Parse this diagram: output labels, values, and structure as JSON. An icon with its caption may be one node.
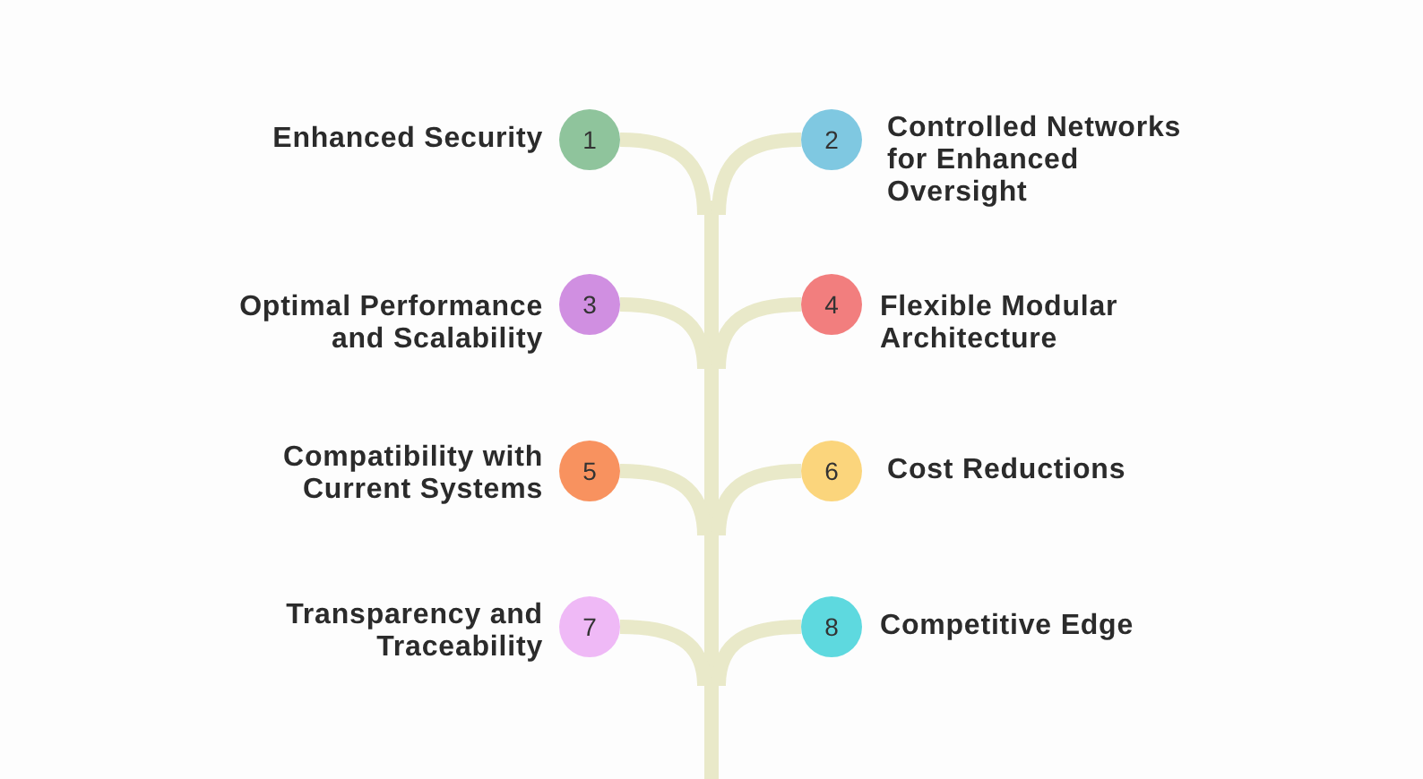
{
  "diagram": {
    "nodes": [
      {
        "text": [
          "1"
        ],
        "beside": [
          "Enhanced Security"
        ]
      },
      {
        "text": [
          "2"
        ],
        "beside": [
          "Controlled Networks for Enhanced Oversight"
        ]
      },
      {
        "text": [
          "3"
        ],
        "beside": [
          "Optimal Performance and Scalability"
        ]
      },
      {
        "text": [
          "4"
        ],
        "beside": [
          "Flexible Modular Architecture"
        ]
      },
      {
        "text": [
          "5"
        ],
        "beside": [
          "Compatibility with Current Systems"
        ]
      },
      {
        "text": [
          "6"
        ],
        "beside": [
          "Cost Reductions"
        ]
      },
      {
        "text": [
          "7"
        ],
        "beside": [
          "Transparency and Traceability"
        ]
      },
      {
        "text": [
          "8"
        ],
        "beside": [
          "Competitive Edge"
        ]
      },
      {
        "text": [],
        "shape": "bar"
      }
    ],
    "edges": [
      {
        "from": 0,
        "to": 8,
        "arrow": "none"
      },
      {
        "from": 1,
        "to": 8,
        "arrow": "none"
      },
      {
        "from": 2,
        "to": 8,
        "arrow": "none"
      },
      {
        "from": 3,
        "to": 8,
        "arrow": "none"
      },
      {
        "from": 4,
        "to": 8,
        "arrow": "none"
      },
      {
        "from": 5,
        "to": 8,
        "arrow": "none"
      },
      {
        "from": 6,
        "to": 8,
        "arrow": "none"
      },
      {
        "from": 7,
        "to": 8,
        "arrow": "none"
      }
    ]
  }
}
